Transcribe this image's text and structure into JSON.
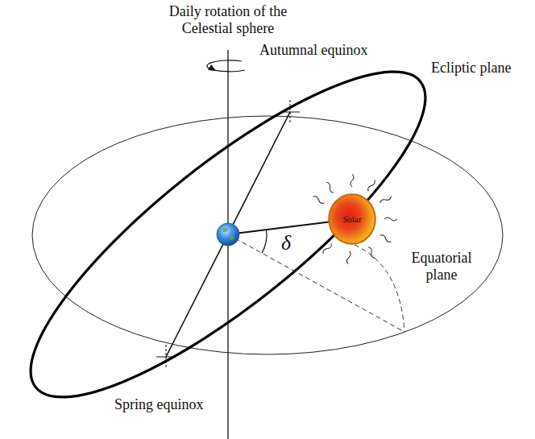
{
  "diagram": {
    "nodes": [
      {
        "text": [
          "Solar"
        ]
      }
    ],
    "labels": [
      "Daily rotation of the Celestial sphere",
      "Autumnal equinox",
      "Ecliptic plane",
      "δ",
      "Equatorial plane",
      "Spring equinox"
    ]
  }
}
